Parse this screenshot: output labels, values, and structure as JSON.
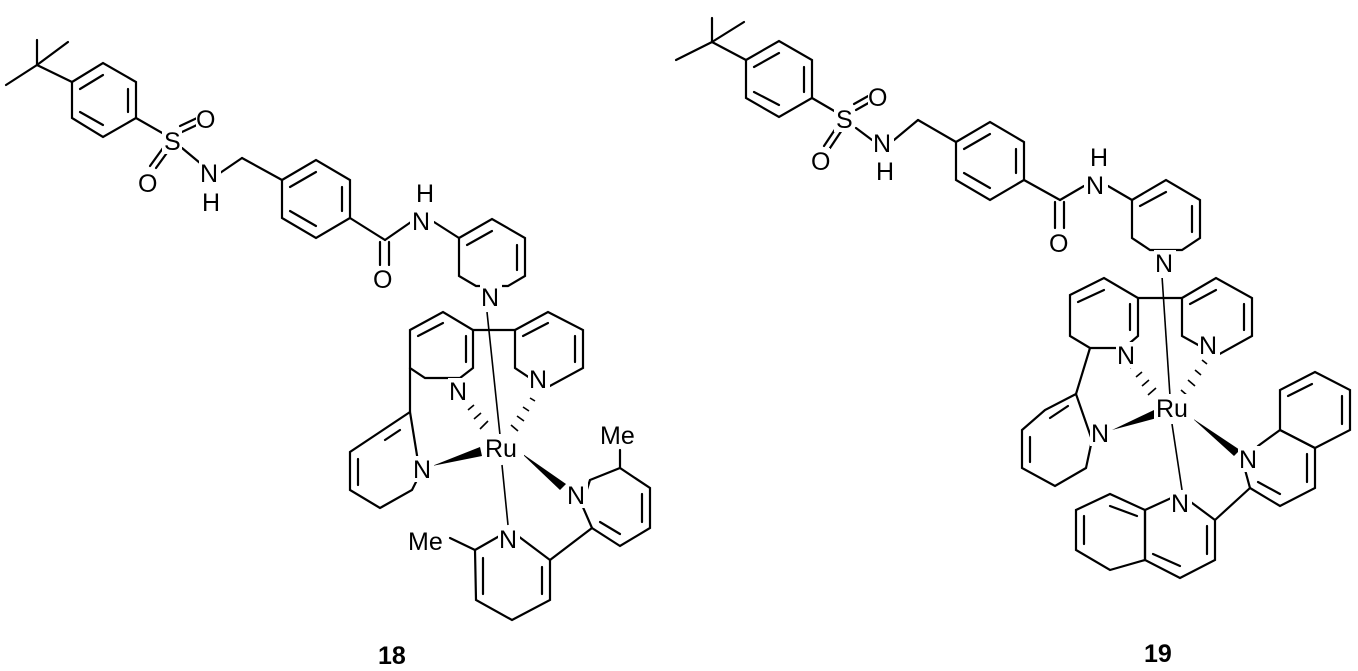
{
  "compounds": [
    {
      "id": "compound-18",
      "label": "18",
      "atoms": {
        "s": "S",
        "o1": "O",
        "o2": "O",
        "n": "N",
        "h": "H",
        "amide_n": "N",
        "amide_h": "H",
        "amide_o": "O",
        "py_n": "N",
        "ru": "Ru",
        "tpy_n1": "N",
        "tpy_n2": "N",
        "tpy_n3": "N",
        "bpy_n1": "N",
        "bpy_n2": "N",
        "me1": "Me",
        "me2": "Me"
      }
    },
    {
      "id": "compound-19",
      "label": "19",
      "atoms": {
        "s": "S",
        "o1": "O",
        "o2": "O",
        "n": "N",
        "h": "H",
        "amide_n": "N",
        "amide_h": "H",
        "amide_o": "O",
        "py_n": "N",
        "ru": "Ru",
        "tpy_n1": "N",
        "tpy_n2": "N",
        "tpy_n3": "N",
        "biq_n1": "N",
        "biq_n2": "N"
      }
    }
  ]
}
